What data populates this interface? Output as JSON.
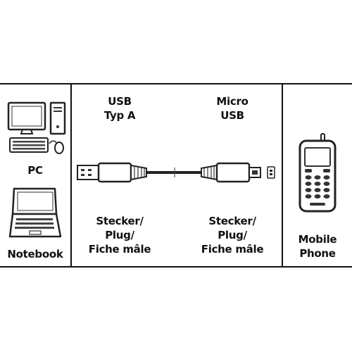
{
  "left_panel": {
    "pc_label": "PC",
    "notebook_label": "Notebook"
  },
  "cable": {
    "end_a": {
      "type_lines": [
        "USB",
        "Typ A"
      ],
      "connector_lines": [
        "Stecker/",
        "Plug/",
        "Fiche mâle"
      ]
    },
    "end_b": {
      "type_lines": [
        "Micro",
        "USB"
      ],
      "connector_lines": [
        "Stecker/",
        "Plug/",
        "Fiche mâle"
      ]
    }
  },
  "right_panel": {
    "device_lines": [
      "Mobile",
      "Phone"
    ]
  }
}
